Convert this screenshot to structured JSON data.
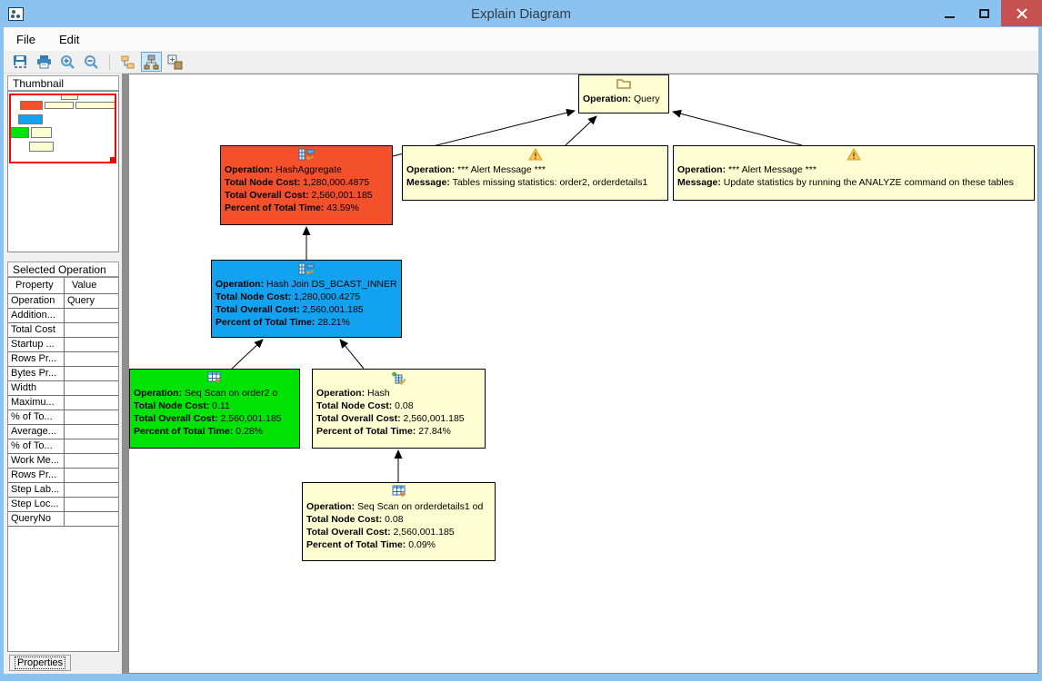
{
  "window": {
    "title": "Explain Diagram"
  },
  "menu": {
    "items": [
      "File",
      "Edit"
    ]
  },
  "toolbar": {
    "icons": [
      "save-icon",
      "print-icon",
      "zoom-in-icon",
      "zoom-out-icon",
      "tree-layout-icon",
      "org-chart-layout-icon",
      "expand-nodes-icon"
    ],
    "active_icon": "org-chart-layout-icon"
  },
  "thumbnail": {
    "title": "Thumbnail"
  },
  "selected_operation": {
    "title": "Selected Operation",
    "columns": [
      "Property",
      "Value"
    ],
    "rows": [
      {
        "property": "Operation",
        "value": "Query"
      },
      {
        "property": "Addition...",
        "value": ""
      },
      {
        "property": "Total Cost",
        "value": ""
      },
      {
        "property": "Startup ...",
        "value": ""
      },
      {
        "property": "Rows Pr...",
        "value": ""
      },
      {
        "property": "Bytes Pr...",
        "value": ""
      },
      {
        "property": "Width",
        "value": ""
      },
      {
        "property": "Maximu...",
        "value": ""
      },
      {
        "property": "% of To...",
        "value": ""
      },
      {
        "property": "Average...",
        "value": ""
      },
      {
        "property": "% of To...",
        "value": ""
      },
      {
        "property": "Work Me...",
        "value": ""
      },
      {
        "property": "Rows Pr...",
        "value": ""
      },
      {
        "property": "Step Lab...",
        "value": ""
      },
      {
        "property": "Step Loc...",
        "value": ""
      },
      {
        "property": "QueryNo",
        "value": ""
      }
    ]
  },
  "properties_tab": {
    "label": "Properties"
  },
  "labels": {
    "operation": "Operation:",
    "message": "Message:",
    "total_node_cost": "Total Node Cost:",
    "total_overall_cost": "Total Overall Cost:",
    "percent_total_time": "Percent of Total Time:"
  },
  "diagram": {
    "colors": {
      "yellow": "#FFFDD2",
      "red": "#F4502C",
      "blue": "#12A2EF",
      "green": "#00E304"
    },
    "nodes": {
      "query": {
        "operation": "Query",
        "icon": "folder-icon"
      },
      "hash_aggregate": {
        "operation": "HashAggregate",
        "icon": "hash-aggregate-icon",
        "total_node_cost": "1,280,000.4875",
        "total_overall_cost": "2,560,001.185",
        "percent_total_time": "43.59%"
      },
      "alert_missing_stats": {
        "operation": "*** Alert Message ***",
        "icon": "warning-icon",
        "message": "Tables missing statistics: order2, orderdetails1"
      },
      "alert_analyze": {
        "operation": "*** Alert Message ***",
        "icon": "warning-icon",
        "message": "Update statistics by running the ANALYZE command on these tables"
      },
      "hash_join": {
        "operation": "Hash Join DS_BCAST_INNER",
        "icon": "hash-join-icon",
        "total_node_cost": "1,280,000.4275",
        "total_overall_cost": "2,560,001.185",
        "percent_total_time": "28.21%"
      },
      "seq_scan_order2": {
        "operation": "Seq Scan on order2 o",
        "icon": "seq-scan-icon",
        "total_node_cost": "0.11",
        "total_overall_cost": "2,560,001.185",
        "percent_total_time": "0.28%"
      },
      "hash": {
        "operation": "Hash",
        "icon": "hash-icon",
        "total_node_cost": "0.08",
        "total_overall_cost": "2,560,001.185",
        "percent_total_time": "27.84%"
      },
      "seq_scan_orderdetails1": {
        "operation": "Seq Scan on orderdetails1 od",
        "icon": "seq-scan-icon",
        "total_node_cost": "0.08",
        "total_overall_cost": "2,560,001.185",
        "percent_total_time": "0.09%"
      }
    }
  }
}
